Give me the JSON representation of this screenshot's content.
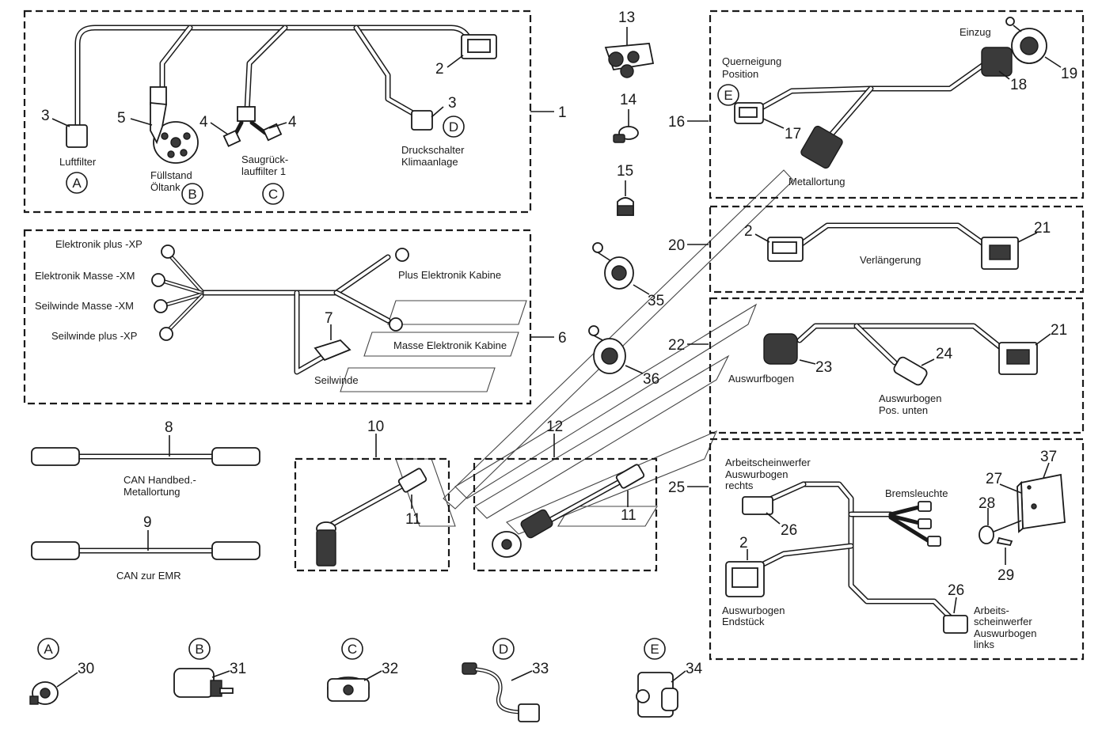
{
  "part_numbers": {
    "n1": "1",
    "n2a": "2",
    "n2b": "2",
    "n2c": "2",
    "n3a": "3",
    "n3b": "3",
    "n4a": "4",
    "n4b": "4",
    "n5": "5",
    "n6": "6",
    "n7": "7",
    "n8": "8",
    "n9": "9",
    "n10": "10",
    "n11a": "11",
    "n11b": "11",
    "n12": "12",
    "n13": "13",
    "n14": "14",
    "n15": "15",
    "n16": "16",
    "n17": "17",
    "n18": "18",
    "n19": "19",
    "n20": "20",
    "n21a": "21",
    "n21b": "21",
    "n22": "22",
    "n23": "23",
    "n24": "24",
    "n25": "25",
    "n26a": "26",
    "n26b": "26",
    "n27": "27",
    "n28": "28",
    "n29": "29",
    "n30": "30",
    "n31": "31",
    "n32": "32",
    "n33": "33",
    "n34": "34",
    "n35": "35",
    "n36": "36",
    "n37": "37"
  },
  "reference_letters": {
    "a1": "A",
    "b1": "B",
    "c1": "C",
    "d1": "D",
    "e1": "E",
    "a2": "A",
    "b2": "B",
    "c2": "C",
    "d2": "D",
    "e2": "E"
  },
  "labels": {
    "luftfilter": "Luftfilter",
    "fuellstand_1": "Füllstand",
    "fuellstand_2": "Öltank",
    "saug_1": "Saugrück-",
    "saug_2": "lauffilter 1",
    "druck_1": "Druckschalter",
    "druck_2": "Klimaanlage",
    "elek_plus": "Elektronik plus -XP",
    "elek_masse": "Elektronik Masse -XM",
    "seil_masse": "Seilwinde Masse -XM",
    "seil_plus": "Seilwinde plus -XP",
    "plus_kabine": "Plus Elektronik Kabine",
    "masse_kabine": "Masse Elektronik Kabine",
    "seilwinde": "Seilwinde",
    "can_hand_1": "CAN Handbed.-",
    "can_hand_2": "Metallortung",
    "can_emr": "CAN zur EMR",
    "einzug": "Einzug",
    "querneigung_1": "Querneigung",
    "querneigung_2": "Position",
    "metallortung": "Metallortung",
    "verlaengerung": "Verlängerung",
    "auswurfbogen": "Auswurfbogen",
    "auswurbogen_unten_1": "Auswurbogen",
    "auswurbogen_unten_2": "Pos. unten",
    "arbeits_rechts_1": "Arbeitscheinwerfer",
    "arbeits_rechts_2": "Auswurbogen",
    "arbeits_rechts_3": "rechts",
    "bremsleuchte": "Bremsleuchte",
    "endstueck_1": "Auswurbogen",
    "endstueck_2": "Endstück",
    "arbeits_links_1": "Arbeits-",
    "arbeits_links_2": "scheinwerfer",
    "arbeits_links_3": "Auswurbogen",
    "arbeits_links_4": "links"
  }
}
